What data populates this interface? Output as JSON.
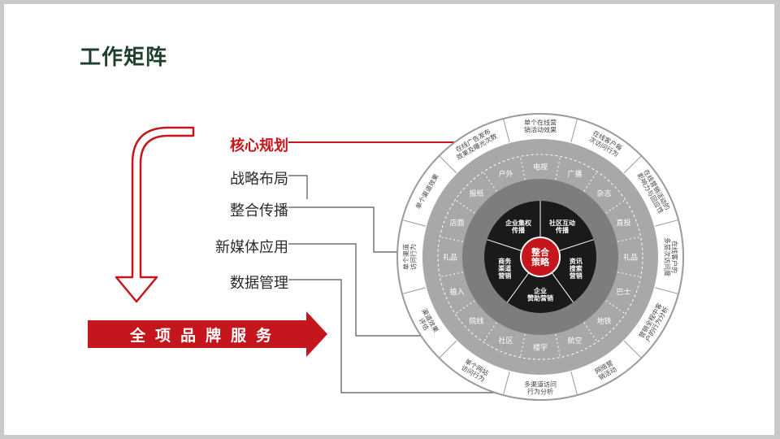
{
  "title": "工作矩阵",
  "menu": [
    {
      "label": "核心规划",
      "active": true
    },
    {
      "label": "战略布局",
      "active": false
    },
    {
      "label": "整合传播",
      "active": false
    },
    {
      "label": "新媒体应用",
      "active": false
    },
    {
      "label": "数据管理",
      "active": false
    }
  ],
  "banner": "全项品牌服务",
  "diagram": {
    "center": [
      "整合",
      "策略"
    ],
    "inner_segments": [
      [
        "企业集权",
        "传播"
      ],
      [
        "社区互动",
        "传播"
      ],
      [
        "资讯",
        "搜索",
        "营销"
      ],
      [
        "企业",
        "赞助营销"
      ],
      [
        "商务",
        "渠道",
        "营销"
      ]
    ],
    "middle_ring": [
      "户外",
      "电视",
      "广播",
      "杂志",
      "直投",
      "礼品",
      "巴士",
      "地铁",
      "航空",
      "楼宇",
      "社区",
      "院线",
      "植入",
      "礼品",
      "店面",
      "报纸"
    ],
    "outer_ring": [
      [
        "单个在线营",
        "销活动效果"
      ],
      [
        "在线客户每",
        "次访问行为"
      ],
      [
        "在线营销活动的",
        "影响力与回应性"
      ],
      [
        "在线客户的",
        "多层次访问度"
      ],
      [
        "营销全程中客",
        "户的行为分析"
      ],
      [
        "网络营",
        "销活动"
      ],
      [
        "多渠道访问",
        "行为分析"
      ],
      [
        "单个网站",
        "访问行为"
      ],
      [
        "渠道效果",
        "评估"
      ],
      [
        "单个渠道",
        "访问行为"
      ],
      [
        "单个渠道效果",
        ""
      ],
      [
        "在线广告发布",
        "效果及曝光次数"
      ]
    ]
  },
  "colors": {
    "accent": "#c4161c",
    "title": "#1f3f2d",
    "text": "#2a2a2a"
  }
}
